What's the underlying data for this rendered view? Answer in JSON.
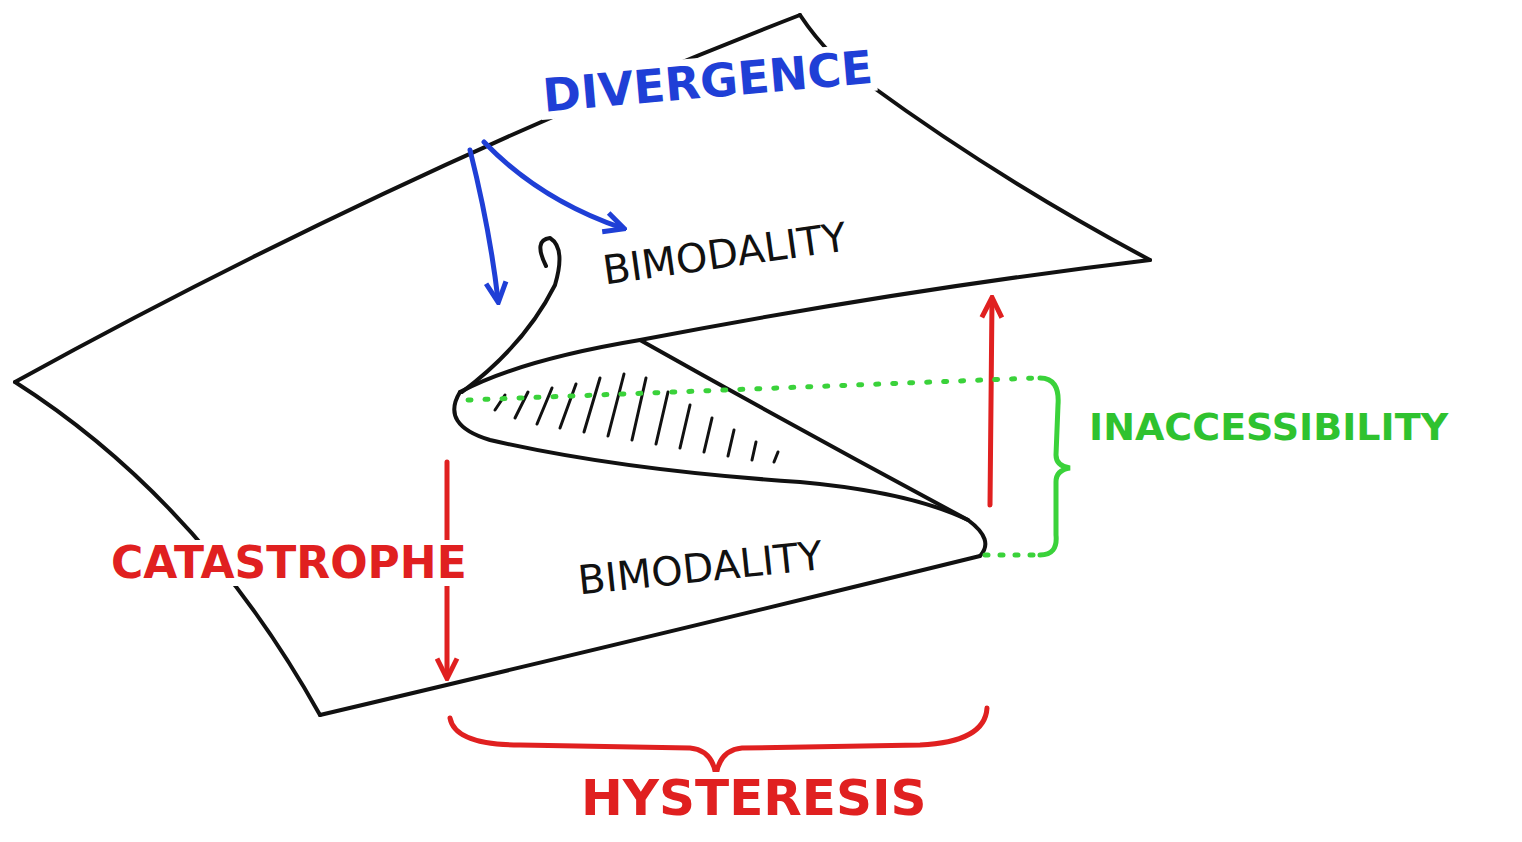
{
  "diagram": {
    "labels": [
      "DIVERGENCE",
      "BIMODALITY",
      "INACCESSIBILITY",
      "CATASTROPHE",
      "BIMODALITY",
      "HYSTERESIS"
    ]
  }
}
